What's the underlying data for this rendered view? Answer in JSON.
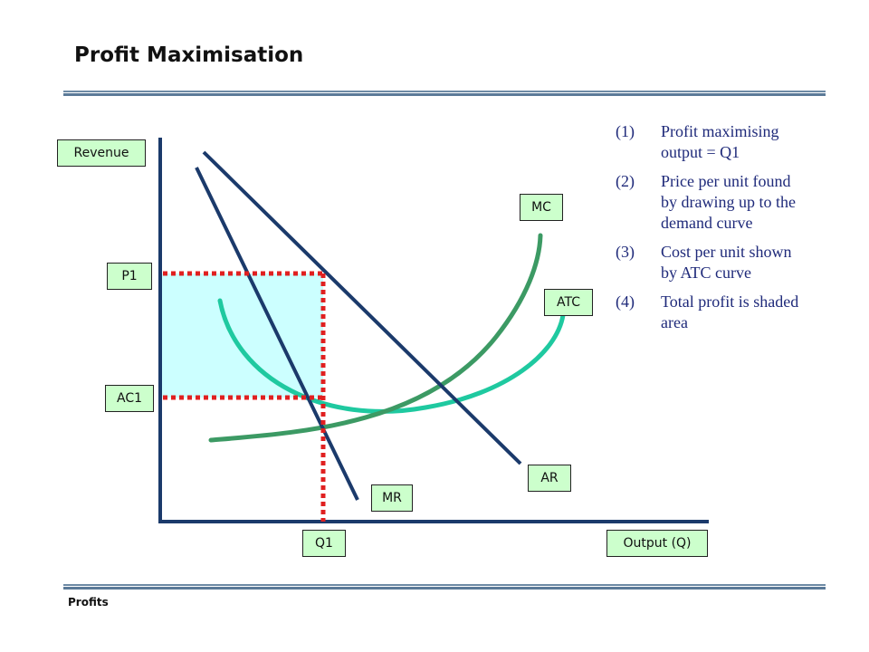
{
  "title": "Profit Maximisation",
  "footer": "Profits",
  "labels": {
    "revenue": "Revenue",
    "output": "Output (Q)",
    "p1": "P1",
    "ac1": "AC1",
    "q1": "Q1",
    "mc": "MC",
    "atc": "ATC",
    "ar": "AR",
    "mr": "MR"
  },
  "notes": [
    {
      "num": "(1)",
      "text": "Profit maximising output = Q1"
    },
    {
      "num": "(2)",
      "text": "Price per unit found by drawing up to the demand curve"
    },
    {
      "num": "(3)",
      "text": "Cost per unit shown by ATC curve"
    },
    {
      "num": "(4)",
      "text": "Total profit is shaded area"
    }
  ],
  "colors": {
    "axis": "#1b3a6b",
    "ar": "#1b3a6b",
    "mr": "#1b3a6b",
    "mc": "#3c9a64",
    "atc": "#1fc9a0",
    "profit_area": "#ccffff",
    "guide_lines": "#e02020",
    "label_box": "#ccffcc",
    "notes_text": "#1f2a7a"
  }
}
